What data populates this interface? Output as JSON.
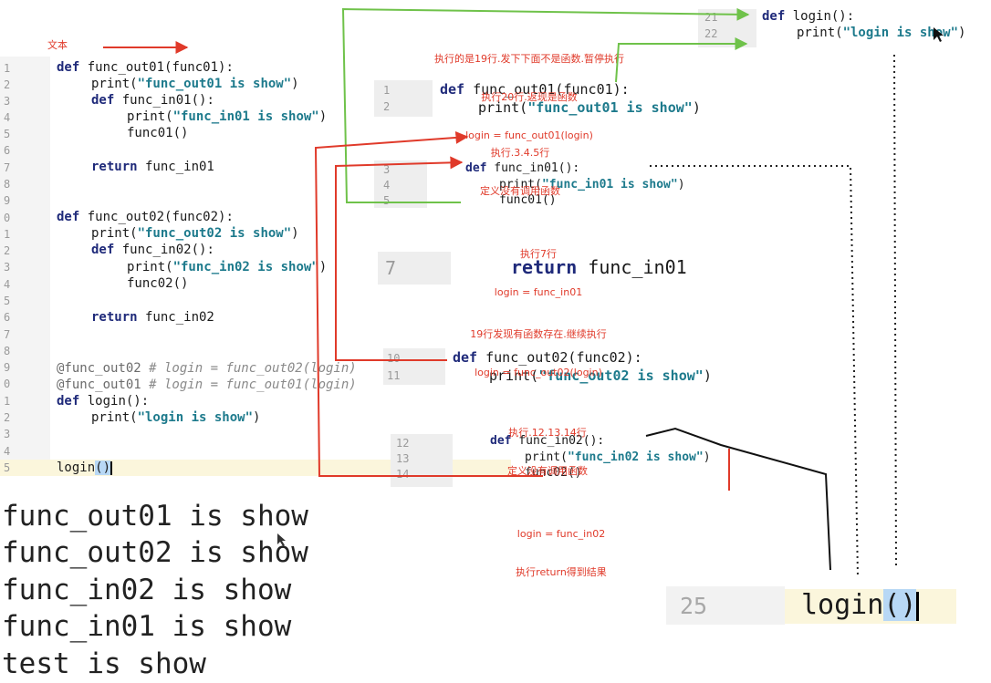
{
  "top_note": "文本",
  "left_editor": {
    "line_numbers": [
      "1",
      "2",
      "3",
      "4",
      "5",
      "6",
      "7",
      "8",
      "9",
      "0",
      "1",
      "2",
      "3",
      "4",
      "5",
      "6",
      "7",
      "8",
      "9",
      "0",
      "1",
      "2",
      "3",
      "4",
      "5"
    ],
    "lines": {
      "l1_kw": "def",
      "l1_rest": " func_out01(func01):",
      "l2_pre": "print(",
      "l2_str": "\"func_out01 is show\"",
      "l2_post": ")",
      "l3_kw": "def",
      "l3_rest": " func_in01():",
      "l4_pre": "print(",
      "l4_str": "\"func_in01 is show\"",
      "l4_post": ")",
      "l5": "func01()",
      "l7_kw": "return",
      "l7_rest": " func_in01",
      "l10_kw": "def",
      "l10_rest": " func_out02(func02):",
      "l11_pre": "print(",
      "l11_str": "\"func_out02 is show\"",
      "l11_post": ")",
      "l12_kw": "def",
      "l12_rest": " func_in02():",
      "l13_pre": "print(",
      "l13_str": "\"func_in02 is show\"",
      "l13_post": ")",
      "l14": "func02()",
      "l16_kw": "return",
      "l16_rest": " func_in02",
      "l19_dec": "@func_out02",
      "l19_cmt": " # login = func_out02(login)",
      "l20_dec": "@func_out01",
      "l20_cmt": " # login = func_out01(login)",
      "l21_kw": "def",
      "l21_rest": " login():",
      "l22_pre": "print(",
      "l22_str": "\"login is show\"",
      "l22_post": ")",
      "l25_pre": "login",
      "l25_paren": "()"
    }
  },
  "top_right": {
    "nums": [
      "21",
      "22"
    ],
    "line1_kw": "def",
    "line1_rest": " login():",
    "line2_pre": "print(",
    "line2_str": "\"login is show\"",
    "line2_post": ")"
  },
  "annotations": {
    "a1": [
      "执行的是19行.发下下面不是函数.暂停执行",
      "执行20行.返现是函数",
      "login = func_out01(login)"
    ],
    "a2": [
      "执行.3.4.5行",
      "定义没有调用函数"
    ],
    "a3": [
      "执行7行",
      "login = func_in01"
    ],
    "a4": [
      "19行发现有函数存在.继续执行",
      "login = func_out02(login)"
    ],
    "a5": [
      "执行.12.13.14行",
      "定义没有调用函数"
    ],
    "a6": [
      "login = func_in02",
      "执行return得到结果"
    ]
  },
  "snippets": {
    "s1_nums": [
      "1",
      "2"
    ],
    "s1_l1_kw": "def",
    "s1_l1_rest": " func_out01(func01):",
    "s1_l2_pre": "print(",
    "s1_l2_str": "\"func_out01 is show\"",
    "s1_l2_post": ")",
    "s2_nums": [
      "3",
      "4",
      "5"
    ],
    "s2_l1_kw": "def",
    "s2_l1_rest": " func_in01():",
    "s2_l2_pre": "print(",
    "s2_l2_str": "\"func_in01 is show\"",
    "s2_l2_post": ")",
    "s2_l3": "func01()",
    "s3_num": "7",
    "s3_kw": "return",
    "s3_rest": " func_in01",
    "s4_nums": [
      "10",
      "11"
    ],
    "s4_l1_kw": "def",
    "s4_l1_rest": " func_out02(func02):",
    "s4_l2_pre": "print(",
    "s4_l2_str": "\"func_out02 is show\"",
    "s4_l2_post": ")",
    "s5_nums": [
      "12",
      "13",
      "14"
    ],
    "s5_l1_kw": "def",
    "s5_l1_rest": " func_in02():",
    "s5_l2_pre": "print(",
    "s5_l2_str": "\"func_in02 is show\"",
    "s5_l2_post": ")",
    "s5_l3": "func02()",
    "s6_num": "25",
    "s6_pre": "login",
    "s6_paren": "()"
  },
  "console_output": [
    "func_out01 is show",
    "func_out02 is show",
    "func_in02 is show",
    "func_in01 is show",
    "test is show"
  ],
  "colors": {
    "annotation_red": "#e03a2a",
    "arrow_green": "#6fc24a",
    "keyword": "#1f2a7a",
    "string": "#1d7a8c",
    "gutter": "#eeeeee"
  }
}
